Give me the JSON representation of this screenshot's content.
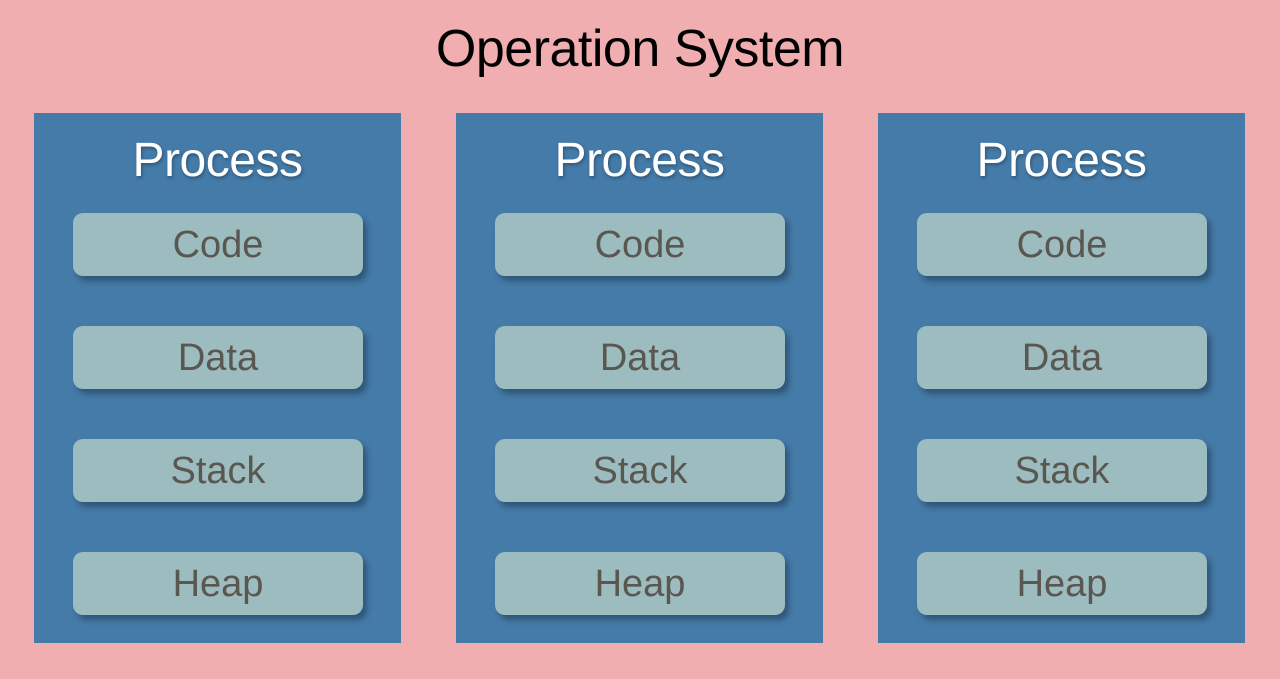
{
  "diagram": {
    "title": "Operation System",
    "background_color": "#f0aeb0",
    "title_color": "#000000",
    "process_box_color": "#457ba8",
    "segment_box_color": "#9cbcc0",
    "segment_label_color": "#595750",
    "process_heading_color": "#ffffff",
    "processes": [
      {
        "heading": "Process",
        "segments": [
          {
            "label": "Code"
          },
          {
            "label": "Data"
          },
          {
            "label": "Stack"
          },
          {
            "label": "Heap"
          }
        ]
      },
      {
        "heading": "Process",
        "segments": [
          {
            "label": "Code"
          },
          {
            "label": "Data"
          },
          {
            "label": "Stack"
          },
          {
            "label": "Heap"
          }
        ]
      },
      {
        "heading": "Process",
        "segments": [
          {
            "label": "Code"
          },
          {
            "label": "Data"
          },
          {
            "label": "Stack"
          },
          {
            "label": "Heap"
          }
        ]
      }
    ]
  }
}
